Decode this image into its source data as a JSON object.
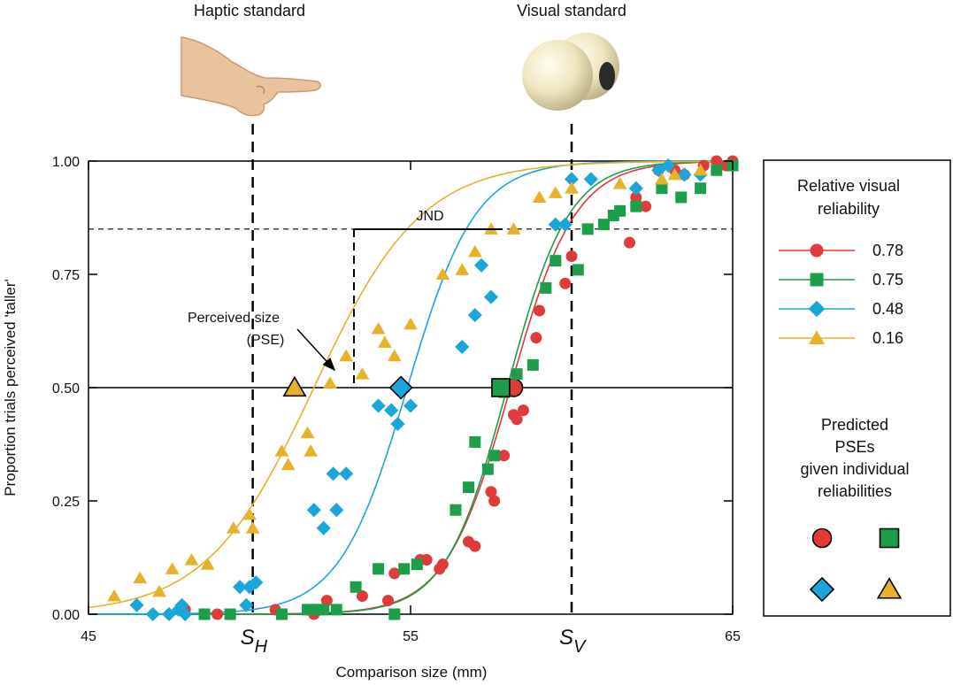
{
  "chart_data": {
    "type": "scatter",
    "xlabel": "Comparison size (mm)",
    "ylabel": "Proportion trials perceived 'taller'",
    "xlim": [
      45,
      65
    ],
    "ylim": [
      0,
      1
    ],
    "x_ticks": [
      "45",
      "55",
      "65"
    ],
    "y_ticks": [
      "0.00",
      "0.25",
      "0.50",
      "0.75",
      "1.00"
    ],
    "x_markers": [
      {
        "letter": "S",
        "sub": "H",
        "x": 50.1
      },
      {
        "letter": "S",
        "sub": "V",
        "x": 60.0
      }
    ],
    "headers": {
      "haptic": "Haptic standard",
      "visual": "Visual standard"
    },
    "annotations": {
      "jnd": "JND",
      "pse_line1": "Perceived size",
      "pse_line2": "(PSE)"
    },
    "reference_y": [
      0.5,
      0.85
    ],
    "legend": {
      "title_line1": "Relative visual",
      "title_line2": "reliability",
      "predicted_line1": "Predicted",
      "predicted_line2": "PSEs",
      "predicted_line3": "given individual",
      "predicted_line4": "reliabilities",
      "position": "right"
    },
    "series": [
      {
        "name": "0.78",
        "color": "#e03a3a",
        "marker": "circle",
        "pse": 58.1,
        "slope": 1.0,
        "predicted_pse": 58.2,
        "points": [
          [
            48.0,
            0.01
          ],
          [
            49.0,
            0.0
          ],
          [
            50.8,
            0.01
          ],
          [
            51.0,
            0.0
          ],
          [
            51.8,
            0.01
          ],
          [
            52.0,
            0.0
          ],
          [
            52.4,
            0.03
          ],
          [
            53.5,
            0.04
          ],
          [
            54.3,
            0.03
          ],
          [
            54.5,
            0.09
          ],
          [
            55.3,
            0.12
          ],
          [
            55.5,
            0.12
          ],
          [
            55.9,
            0.1
          ],
          [
            56.0,
            0.11
          ],
          [
            56.8,
            0.16
          ],
          [
            57.0,
            0.15
          ],
          [
            57.5,
            0.27
          ],
          [
            57.6,
            0.25
          ],
          [
            57.9,
            0.35
          ],
          [
            58.2,
            0.44
          ],
          [
            58.3,
            0.43
          ],
          [
            58.5,
            0.45
          ],
          [
            58.9,
            0.61
          ],
          [
            59.0,
            0.67
          ],
          [
            59.5,
            0.78
          ],
          [
            59.8,
            0.73
          ],
          [
            60.0,
            0.79
          ],
          [
            61.8,
            0.82
          ],
          [
            62.0,
            0.92
          ],
          [
            62.3,
            0.9
          ],
          [
            62.7,
            0.98
          ],
          [
            63.2,
            0.98
          ],
          [
            63.5,
            0.97
          ],
          [
            64.1,
            0.99
          ],
          [
            64.5,
            1.0
          ],
          [
            64.8,
            0.99
          ],
          [
            65.0,
            1.0
          ]
        ]
      },
      {
        "name": "0.75",
        "color": "#1e9e4a",
        "marker": "square",
        "pse": 58.0,
        "slope": 1.05,
        "predicted_pse": 57.8,
        "points": [
          [
            48.6,
            0.0
          ],
          [
            49.4,
            0.0
          ],
          [
            51.0,
            0.0
          ],
          [
            51.8,
            0.01
          ],
          [
            52.1,
            0.01
          ],
          [
            52.3,
            0.01
          ],
          [
            52.7,
            0.01
          ],
          [
            53.3,
            0.06
          ],
          [
            54.0,
            0.1
          ],
          [
            54.5,
            0.0
          ],
          [
            54.8,
            0.1
          ],
          [
            55.2,
            0.11
          ],
          [
            56.4,
            0.23
          ],
          [
            56.8,
            0.28
          ],
          [
            57.0,
            0.38
          ],
          [
            57.4,
            0.32
          ],
          [
            57.6,
            0.35
          ],
          [
            57.9,
            0.49
          ],
          [
            58.3,
            0.53
          ],
          [
            58.8,
            0.55
          ],
          [
            59.2,
            0.72
          ],
          [
            59.5,
            0.78
          ],
          [
            60.2,
            0.76
          ],
          [
            60.5,
            0.85
          ],
          [
            61.0,
            0.86
          ],
          [
            61.3,
            0.88
          ],
          [
            61.5,
            0.89
          ],
          [
            62.0,
            0.9
          ],
          [
            62.8,
            0.94
          ],
          [
            63.4,
            0.92
          ],
          [
            64.0,
            0.94
          ],
          [
            64.5,
            0.98
          ],
          [
            65.0,
            0.99
          ]
        ]
      },
      {
        "name": "0.48",
        "color": "#1aa6d8",
        "marker": "diamond",
        "pse": 54.9,
        "slope": 0.95,
        "predicted_pse": 54.7,
        "points": [
          [
            46.5,
            0.02
          ],
          [
            47.0,
            0.0
          ],
          [
            47.5,
            0.0
          ],
          [
            47.8,
            0.01
          ],
          [
            47.9,
            0.02
          ],
          [
            48.0,
            0.0
          ],
          [
            49.7,
            0.06
          ],
          [
            49.9,
            0.02
          ],
          [
            50.0,
            0.06
          ],
          [
            50.2,
            0.07
          ],
          [
            52.0,
            0.23
          ],
          [
            52.3,
            0.19
          ],
          [
            52.6,
            0.31
          ],
          [
            52.7,
            0.23
          ],
          [
            53.0,
            0.31
          ],
          [
            54.0,
            0.46
          ],
          [
            54.4,
            0.45
          ],
          [
            54.6,
            0.42
          ],
          [
            55.0,
            0.46
          ],
          [
            56.6,
            0.59
          ],
          [
            57.0,
            0.66
          ],
          [
            57.2,
            0.77
          ],
          [
            57.5,
            0.7
          ],
          [
            59.5,
            0.86
          ],
          [
            59.8,
            0.86
          ],
          [
            60.0,
            0.96
          ],
          [
            60.6,
            0.96
          ],
          [
            62.0,
            0.94
          ],
          [
            62.7,
            0.98
          ],
          [
            63.0,
            0.99
          ],
          [
            63.5,
            0.97
          ],
          [
            64.0,
            0.97
          ]
        ]
      },
      {
        "name": "0.16",
        "color": "#e7b22b",
        "marker": "triangle",
        "pse": 52.0,
        "slope": 0.6,
        "predicted_pse": 51.4,
        "points": [
          [
            45.8,
            0.04
          ],
          [
            46.6,
            0.08
          ],
          [
            47.2,
            0.05
          ],
          [
            47.6,
            0.1
          ],
          [
            48.2,
            0.12
          ],
          [
            48.7,
            0.11
          ],
          [
            49.5,
            0.19
          ],
          [
            50.0,
            0.22
          ],
          [
            50.1,
            0.19
          ],
          [
            51.0,
            0.36
          ],
          [
            51.2,
            0.33
          ],
          [
            51.8,
            0.4
          ],
          [
            51.9,
            0.36
          ],
          [
            52.5,
            0.51
          ],
          [
            53.0,
            0.57
          ],
          [
            53.5,
            0.53
          ],
          [
            54.0,
            0.63
          ],
          [
            54.2,
            0.6
          ],
          [
            54.5,
            0.57
          ],
          [
            55.0,
            0.64
          ],
          [
            56.0,
            0.75
          ],
          [
            56.6,
            0.76
          ],
          [
            57.0,
            0.8
          ],
          [
            57.5,
            0.85
          ],
          [
            58.2,
            0.85
          ],
          [
            59.0,
            0.92
          ],
          [
            59.5,
            0.93
          ],
          [
            60.0,
            0.94
          ],
          [
            61.5,
            0.95
          ],
          [
            62.8,
            0.96
          ],
          [
            63.2,
            0.97
          ],
          [
            64.0,
            0.98
          ]
        ]
      }
    ]
  }
}
